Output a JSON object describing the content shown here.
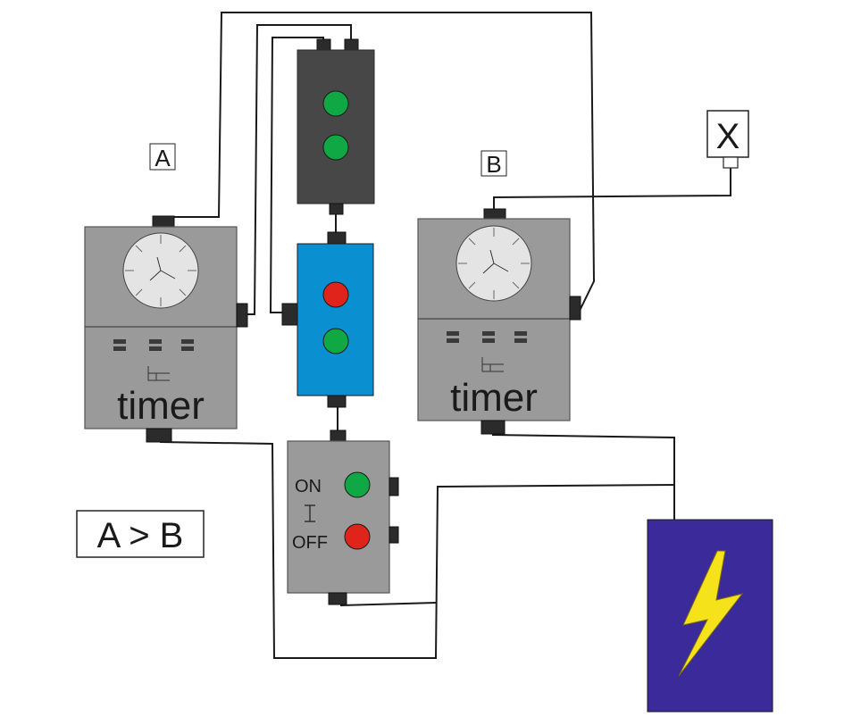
{
  "labels": {
    "timer_a_tag": "A",
    "timer_b_tag": "B",
    "output_tag": "X",
    "condition": "A > B"
  },
  "timers": [
    {
      "id": "A",
      "text": "timer"
    },
    {
      "id": "B",
      "text": "timer"
    }
  ],
  "switch": {
    "on_label": "ON",
    "off_label": "OFF"
  },
  "colors": {
    "dark_module": "#474747",
    "blue_module": "#0a8fd0",
    "gray_module": "#9a9a9a",
    "lamp_green": "#10a845",
    "lamp_red": "#e0241b",
    "power_box": "#3a2a9a",
    "lightning": "#f5e21a"
  },
  "icons": {
    "clock": "clock-face-icon",
    "power": "lightning-bolt-icon"
  }
}
